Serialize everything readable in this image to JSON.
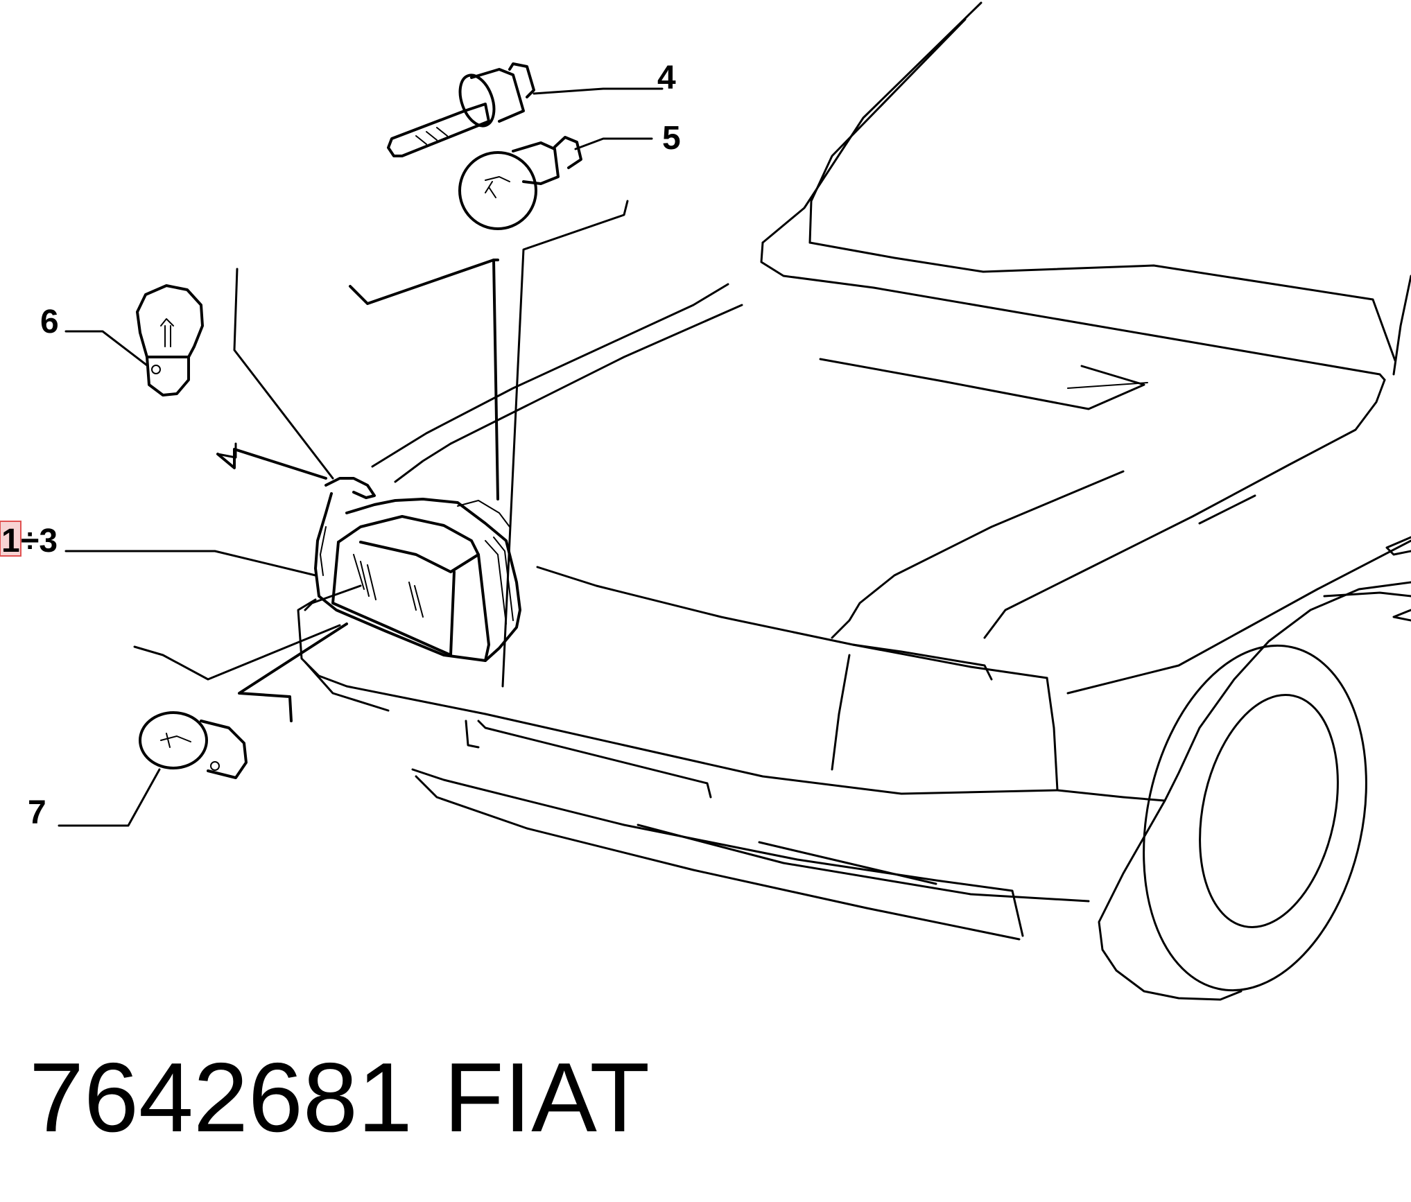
{
  "diagram": {
    "callouts": {
      "c1": "1",
      "c1_suffix": "÷3",
      "c4": "4",
      "c5": "5",
      "c6": "6",
      "c7": "7"
    },
    "part_number": "7642681",
    "brand": "FIAT",
    "highlight_color": "#e05050"
  }
}
